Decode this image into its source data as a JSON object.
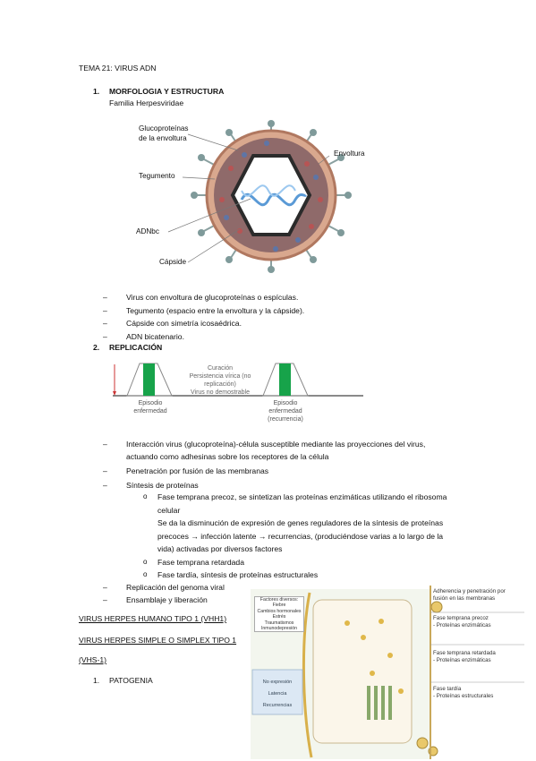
{
  "title": "TEMA 21: VIRUS ADN",
  "section1": {
    "num": "1.",
    "heading": "MORFOLOGIA Y ESTRUCTURA",
    "family": "Familia Herpesviridae",
    "figure_labels": {
      "glyco": [
        "Glucoproteínas",
        "de la envoltura"
      ],
      "envelope": "Envoltura",
      "tegument": "Tegumento",
      "dna": "ADNbc",
      "capsid": "Cápside"
    },
    "bullets": [
      "Virus con envoltura de glucoproteínas o espículas.",
      "Tegumento (espacio entre la envoltura y la cápside).",
      "Cápside con simetría icosaédrica.",
      "ADN bicatenario."
    ]
  },
  "section2": {
    "num": "2.",
    "heading": "REPLICACIÓN",
    "timeline": {
      "center": [
        "Curación",
        "Persistencia vírica (no replicación)",
        "Virus no demostrable"
      ],
      "left_label": [
        "Episodio",
        "enfermedad"
      ],
      "right_label": [
        "Episodio",
        "enfermedad",
        "(recurrencia)"
      ]
    },
    "bullets": [
      "Interacción virus (glucoproteína)-célula susceptible mediante las proyecciones del virus, actuando como adhesinas sobre los receptores de la célula",
      "Penetración por fusión de las membranas",
      "Síntesis de proteínas"
    ],
    "sub": [
      "Fase temprana precoz, se sintetizan las proteínas enzimáticas utilizando el ribosoma celular",
      "Se da la disminución de expresión de genes reguladores de la síntesis de proteínas precoces → infección latente → recurrencias, (produciéndose varias a lo largo de la vida) activadas por diversos factores",
      "Fase temprana retardada",
      "Fase tardía, síntesis de proteínas estructurales"
    ],
    "bullets2": [
      "Replicación del genoma viral",
      "Ensamblaje y liberación"
    ]
  },
  "section3": {
    "h1": "VIRUS HERPES HUMANO TIPO 1 (VHH1)",
    "h2": "VIRUS HERPES SIMPLE O SIMPLEX TIPO 1",
    "h3": "(VHS-1)",
    "num": "1.",
    "sub": "PATOGENIA"
  },
  "cycle_figure": {
    "factors_title": "Factores diversos:",
    "factors": [
      "Fiebre",
      "Cambios hormonales",
      "Estrés",
      "Traumatismos",
      "Inmunodepresión"
    ],
    "no_expr": "No expresión",
    "latency": "Latencia",
    "recurr": "Recurrencias",
    "right_labels": [
      [
        "Adherencia y penetración por",
        "fusión en las membranas"
      ],
      [
        "Fase temprana precoz",
        "- Proteínas enzimáticas"
      ],
      [
        "Fase temprana retardada",
        "- Proteínas enzimáticas"
      ],
      [
        "Fase tardía",
        "- Proteínas estructurales"
      ]
    ]
  },
  "colors": {
    "green": "#17a34a",
    "accent_blue": "#5a9ad6",
    "capsid_dark": "#2b2b2b"
  }
}
